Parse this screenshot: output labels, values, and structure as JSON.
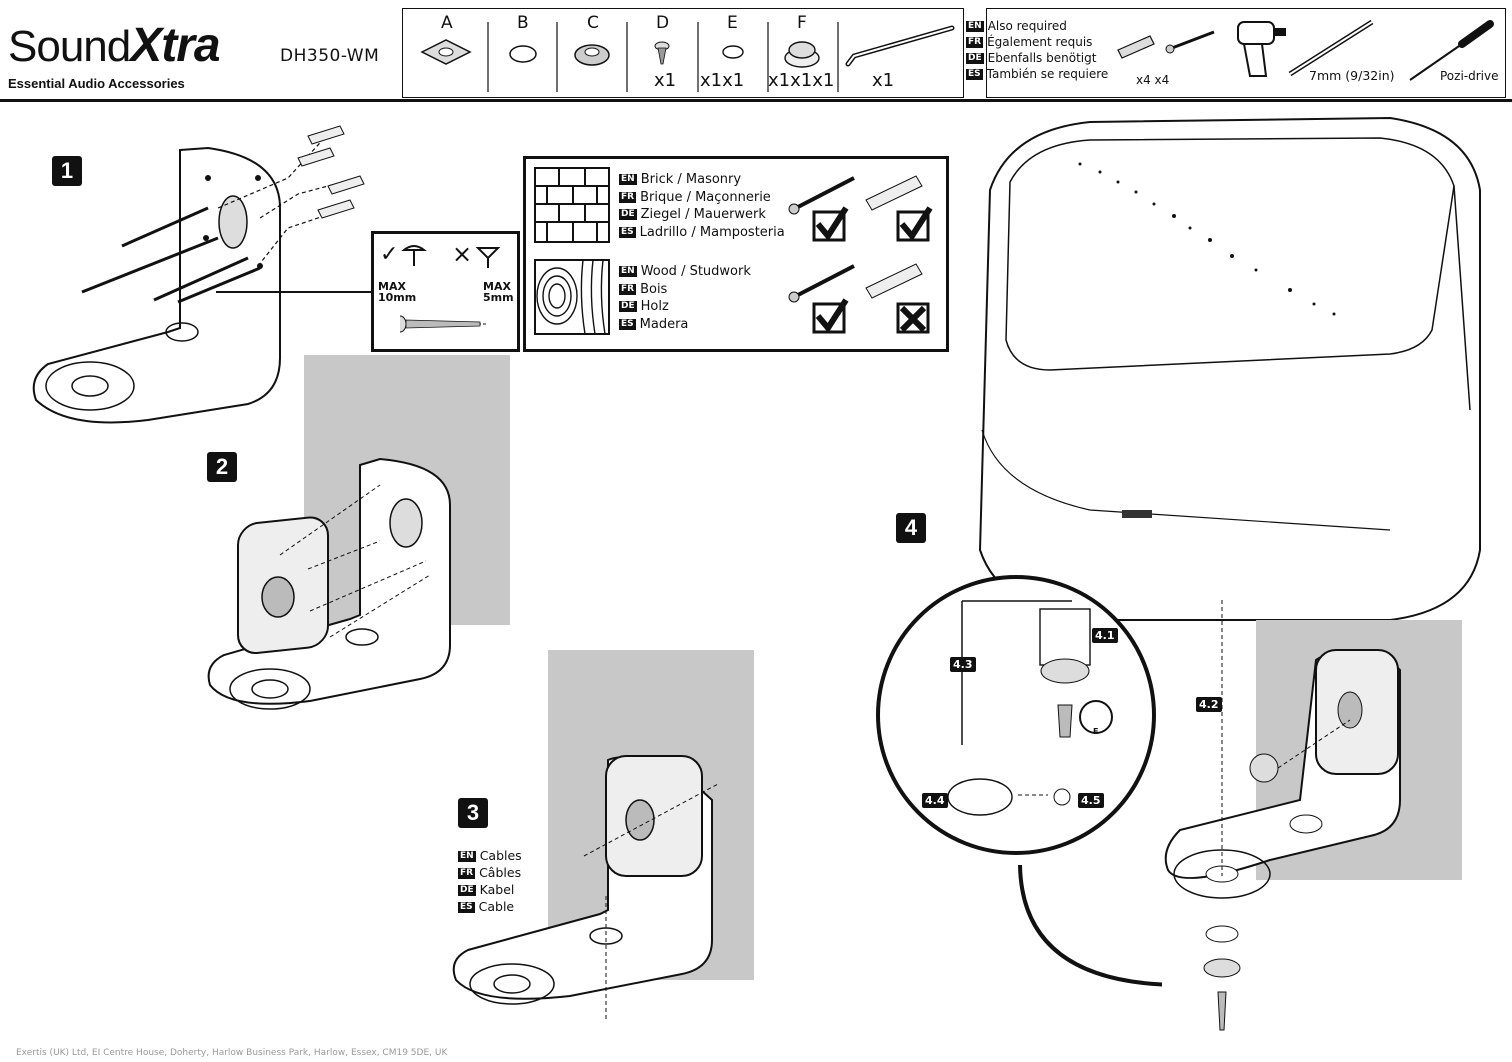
{
  "brand": {
    "sound": "Sound",
    "xtra": "Xtra",
    "tagline": "Essential Audio Accessories"
  },
  "model": "DH350-WM",
  "parts": {
    "letters": [
      "A",
      "B",
      "C",
      "D",
      "E",
      "F"
    ],
    "quantities": [
      "x1",
      "x1x1",
      "x1x1x1",
      "x1"
    ]
  },
  "also_required": {
    "lines": [
      {
        "code": "EN",
        "text": "Also required"
      },
      {
        "code": "FR",
        "text": "Également requis"
      },
      {
        "code": "DE",
        "text": "Ebenfalls benötigt"
      },
      {
        "code": "ES",
        "text": "También se requiere"
      }
    ],
    "qty": "x4 x4",
    "drill_bit": "7mm (9/32in)",
    "driver": "Pozi-drive"
  },
  "steps": {
    "s1": "1",
    "s2": "2",
    "s3": "3",
    "s4": "4"
  },
  "screw_box": {
    "check": "✓",
    "cross": "×",
    "max_left_1": "MAX",
    "max_left_2": "10mm",
    "max_right_1": "MAX",
    "max_right_2": "5mm"
  },
  "materials": {
    "brick": [
      {
        "code": "EN",
        "text": "Brick / Masonry"
      },
      {
        "code": "FR",
        "text": "Brique / Maçonnerie"
      },
      {
        "code": "DE",
        "text": "Ziegel / Mauerwerk"
      },
      {
        "code": "ES",
        "text": "Ladrillo / Mamposteria"
      }
    ],
    "wood": [
      {
        "code": "EN",
        "text": "Wood / Studwork"
      },
      {
        "code": "FR",
        "text": "Bois"
      },
      {
        "code": "DE",
        "text": "Holz"
      },
      {
        "code": "ES",
        "text": "Madera"
      }
    ]
  },
  "cables": [
    {
      "code": "EN",
      "text": "Cables"
    },
    {
      "code": "FR",
      "text": "Câbles"
    },
    {
      "code": "DE",
      "text": "Kabel"
    },
    {
      "code": "ES",
      "text": "Cable"
    }
  ],
  "substeps": {
    "a": "4.1",
    "b": "4.2",
    "c": "4.3",
    "d": "4.4",
    "e": "4.5",
    "f_label": "F"
  },
  "footer": "Exertis (UK) Ltd, EI Centre House, Doherty, Harlow Business Park, Harlow, Essex, CM19 5DE, UK"
}
